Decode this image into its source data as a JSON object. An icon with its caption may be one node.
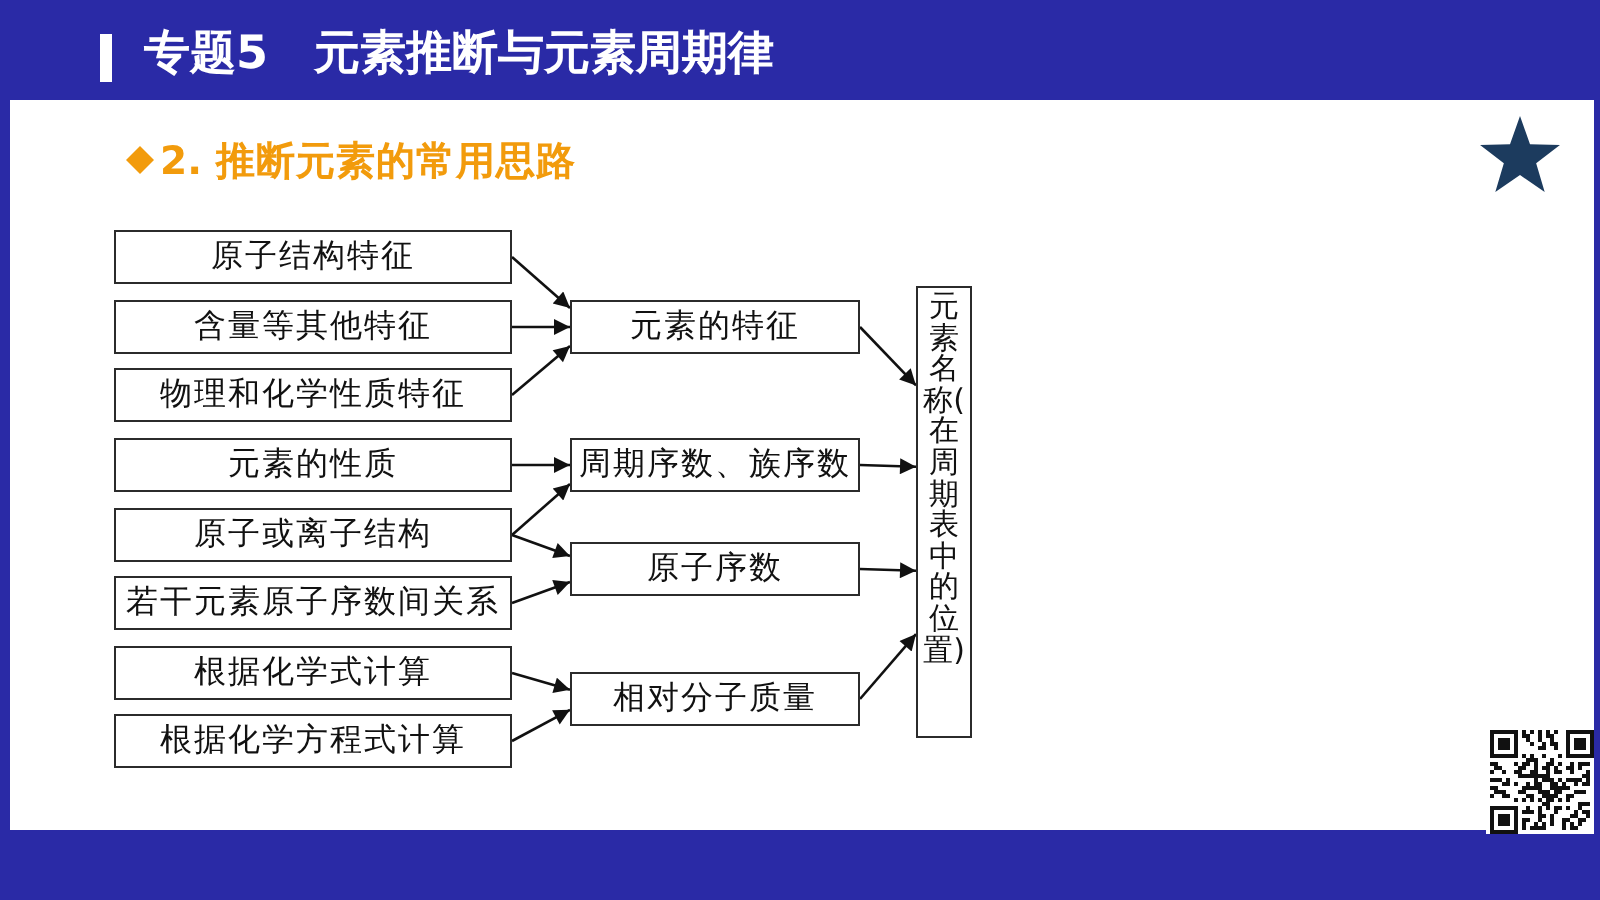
{
  "diagram": {
    "title": "专题5　元素推断与元素周期律",
    "nodes": [
      {
        "text": [
          "原子结构特征"
        ]
      },
      {
        "text": [
          "含量等其他特征"
        ]
      },
      {
        "text": [
          "物理和化学性质特征"
        ]
      },
      {
        "text": [
          "元素的性质"
        ]
      },
      {
        "text": [
          "原子或离子结构"
        ]
      },
      {
        "text": [
          "若干元素原子序数间关系"
        ]
      },
      {
        "text": [
          "根据化学式计算"
        ]
      },
      {
        "text": [
          "根据化学方程式计算"
        ]
      },
      {
        "text": [
          "元素的特征"
        ]
      },
      {
        "text": [
          "周期序数、族序数"
        ]
      },
      {
        "text": [
          "原子序数"
        ]
      },
      {
        "text": [
          "相对分子质量"
        ]
      },
      {
        "text": [
          "元素名称(在周期表中的位置)"
        ]
      }
    ],
    "edges": [
      {
        "from": 0,
        "to": 8,
        "arrow": "to"
      },
      {
        "from": 1,
        "to": 8,
        "arrow": "to"
      },
      {
        "from": 2,
        "to": 8,
        "arrow": "to"
      },
      {
        "from": 3,
        "to": 9,
        "arrow": "to"
      },
      {
        "from": 4,
        "to": 9,
        "arrow": "to"
      },
      {
        "from": 4,
        "to": 10,
        "arrow": "to"
      },
      {
        "from": 5,
        "to": 10,
        "arrow": "to"
      },
      {
        "from": 6,
        "to": 11,
        "arrow": "to"
      },
      {
        "from": 7,
        "to": 11,
        "arrow": "to"
      },
      {
        "from": 8,
        "to": 12,
        "arrow": "to"
      },
      {
        "from": 9,
        "to": 12,
        "arrow": "to"
      },
      {
        "from": 10,
        "to": 12,
        "arrow": "to"
      },
      {
        "from": 11,
        "to": 12,
        "arrow": "to"
      }
    ],
    "labels": [
      "2. 推断元素的常用思路"
    ]
  }
}
